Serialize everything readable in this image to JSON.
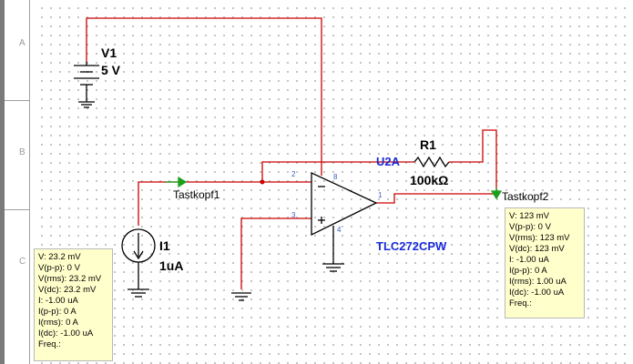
{
  "gutter": {
    "rows": [
      "A",
      "B",
      "C"
    ]
  },
  "components": {
    "v1": {
      "ref": "V1",
      "value": "5 V"
    },
    "r1": {
      "ref": "R1",
      "value": "100kΩ"
    },
    "u2a": {
      "ref": "U2A",
      "part": "TLC272CPW",
      "pins": [
        "2",
        "8",
        "3",
        "1",
        "4"
      ]
    },
    "i1": {
      "ref": "I1",
      "value": "1uA"
    }
  },
  "probes": {
    "p1": {
      "name": "Tastkopf1",
      "readings": [
        "V: 23.2 mV",
        "V(p-p): 0 V",
        "V(rms): 23.2 mV",
        "V(dc): 23.2 mV",
        "I: -1.00 uA",
        "I(p-p): 0 A",
        "I(rms): 0 A",
        "I(dc): -1.00 uA",
        "Freq.:"
      ]
    },
    "p2": {
      "name": "Tastkopf2",
      "readings": [
        "V: 123 mV",
        "V(p-p): 0 V",
        "V(rms): 123 mV",
        "V(dc): 123 mV",
        "I: -1.00 uA",
        "I(p-p): 0 A",
        "I(rms): 1.00 uA",
        "I(dc): -1.00 uA",
        "Freq.:"
      ]
    }
  },
  "colors": {
    "wire": "#cc0000",
    "probe": "#1aa01a",
    "label_blue": "#1a2bd8",
    "probe_box": "#ffffcc"
  }
}
